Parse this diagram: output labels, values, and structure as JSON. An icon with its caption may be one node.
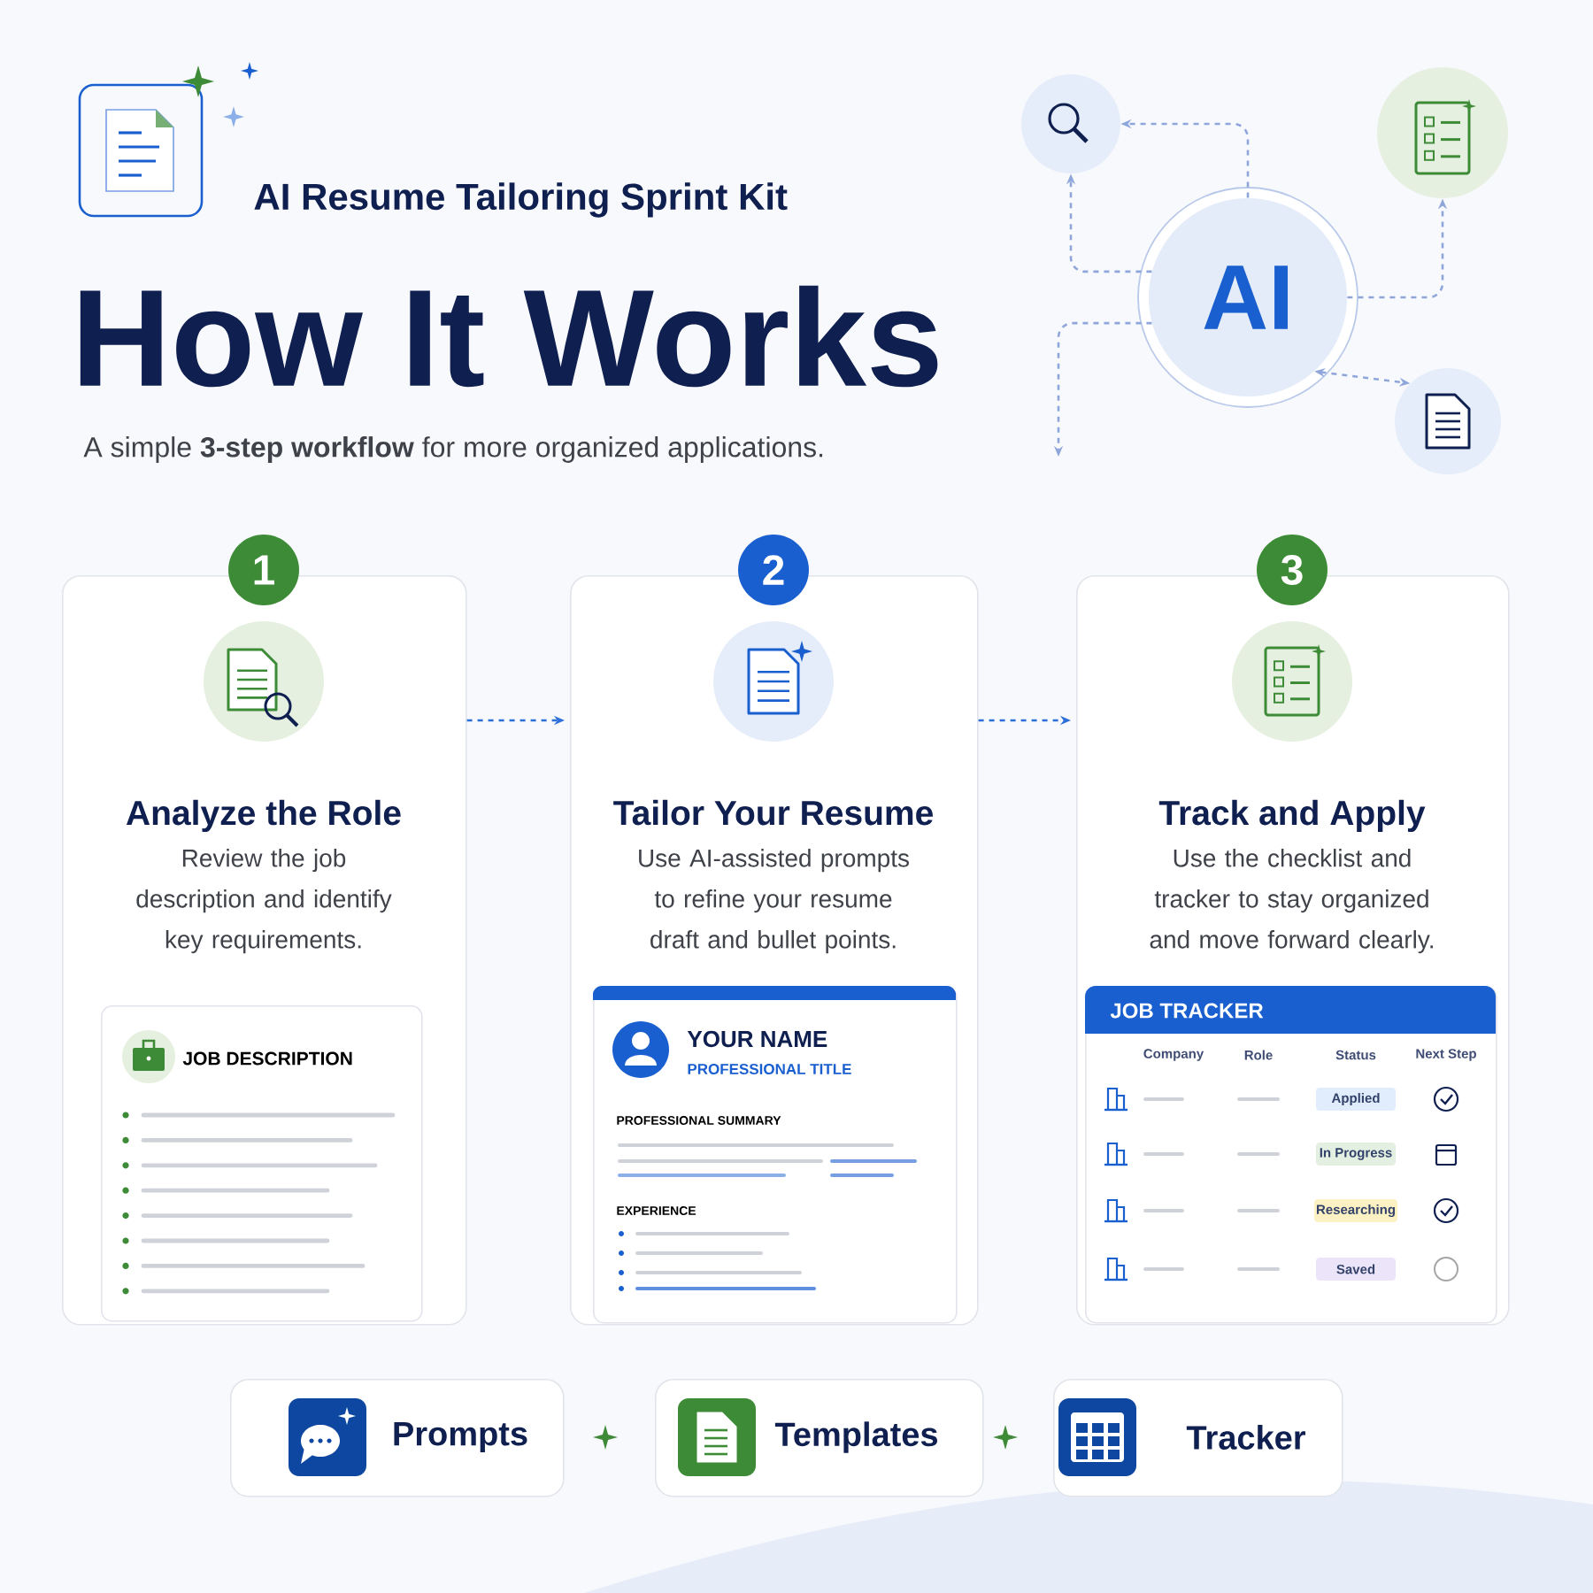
{
  "diagram": {
    "title": "How It Works",
    "nodes": [
      {
        "text": [
          "AI"
        ]
      },
      {
        "text": [],
        "shape": "circle"
      },
      {
        "text": [],
        "shape": "circle"
      },
      {
        "text": [],
        "shape": "circle"
      },
      {
        "text": [
          "1",
          "Analyze the Role",
          "Review the job description and identify key requirements."
        ]
      },
      {
        "text": [
          "2",
          "Tailor Your Resume",
          "Use AI-assisted prompts to refine your resume draft and bullet points."
        ]
      },
      {
        "text": [
          "3",
          "Track and Apply",
          "Use the checklist and tracker to stay organized and move forward clearly."
        ]
      },
      {
        "text": [
          "JOB DESCRIPTION"
        ],
        "in": 4
      },
      {
        "text": [
          "YOUR NAME",
          "PROFESSIONAL TITLE",
          "PROFESSIONAL SUMMARY",
          "EXPERIENCE"
        ],
        "in": 5
      },
      {
        "text": [
          "JOB TRACKER",
          "Company",
          "Role",
          "Status",
          "Next Step",
          "Applied",
          "In Progress",
          "Researching",
          "Saved"
        ],
        "in": 6
      },
      {
        "text": [
          "Prompts"
        ]
      },
      {
        "text": [
          "Templates"
        ]
      },
      {
        "text": [
          "Tracker"
        ]
      }
    ],
    "edges": [
      {
        "from": 0,
        "to": 1,
        "arrow": "to",
        "style": "dashed"
      },
      {
        "from": 0,
        "to": 1,
        "arrow": "to",
        "style": "dashed"
      },
      {
        "from": 0,
        "to": 2,
        "arrow": "to",
        "style": "dashed"
      },
      {
        "from": 0,
        "to": 3,
        "arrow": "both",
        "style": "dashed"
      },
      {
        "from": 0,
        "to": null,
        "arrow": "to",
        "style": "dashed"
      },
      {
        "from": 4,
        "to": 5,
        "arrow": "to",
        "style": "dashed",
        "color": "#2d6fd8"
      },
      {
        "from": 5,
        "to": 6,
        "arrow": "to",
        "style": "dashed",
        "color": "#2d6fd8"
      }
    ],
    "labels": [
      "AI Resume Tailoring Sprint Kit",
      "A simple **3-step workflow** for more organized applications."
    ]
  }
}
